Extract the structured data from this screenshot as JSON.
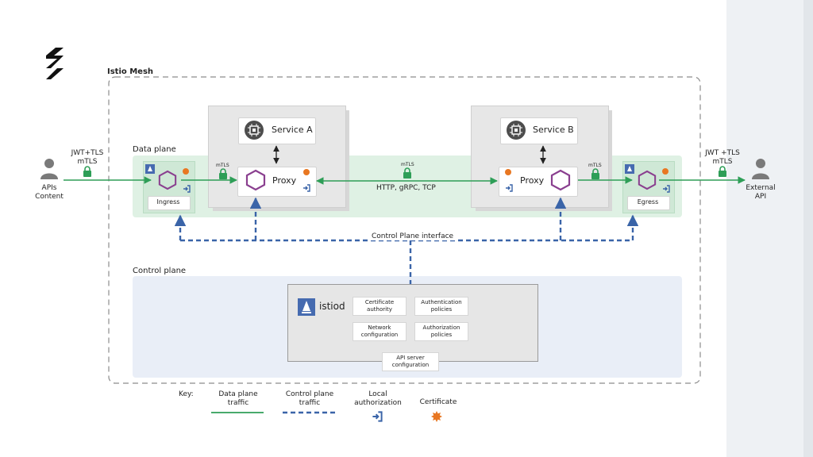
{
  "side_panel": {
    "color": "#eef1f4"
  },
  "diagram": {
    "mesh_title": "Istio Mesh",
    "data_plane_label": "Data plane",
    "control_plane_label": "Control plane",
    "control_plane_interface_label": "Control Plane interface",
    "left_actor": {
      "label": "APIs\nContent",
      "auth": "JWT+TLS\nmTLS"
    },
    "right_actor": {
      "label": "External\nAPI",
      "auth": "JWT +TLS\nmTLS"
    },
    "ingress_label": "Ingress",
    "egress_label": "Egress",
    "service_a": {
      "label": "Service A",
      "proxy": "Proxy",
      "mtls": "mTLS"
    },
    "service_b": {
      "label": "Service B",
      "proxy": "Proxy",
      "mtls": "mTLS"
    },
    "middle_mtls": "mTLS",
    "protocols": "HTTP, gRPC, TCP",
    "istiod": {
      "label": "istiod",
      "cards": [
        "Certificate\nauthority",
        "Authentication\npolicies",
        "Network\nconfiguration",
        "Authorization\npolicies",
        "API server\nconfiguration"
      ]
    },
    "colors": {
      "data_plane_green": "#2e9e57",
      "control_plane_blue": "#3a64a8",
      "certificate_orange": "#e87722",
      "proxy_purple": "#8a3f8f",
      "data_plane_band": "#dff1e4",
      "control_plane_band": "#e9eef7"
    }
  },
  "key": {
    "title": "Key:",
    "data_plane_traffic": "Data plane\ntraffic",
    "control_plane_traffic": "Control plane\ntraffic",
    "local_authorization": "Local\nauthorization",
    "certificate": "Certificate"
  }
}
